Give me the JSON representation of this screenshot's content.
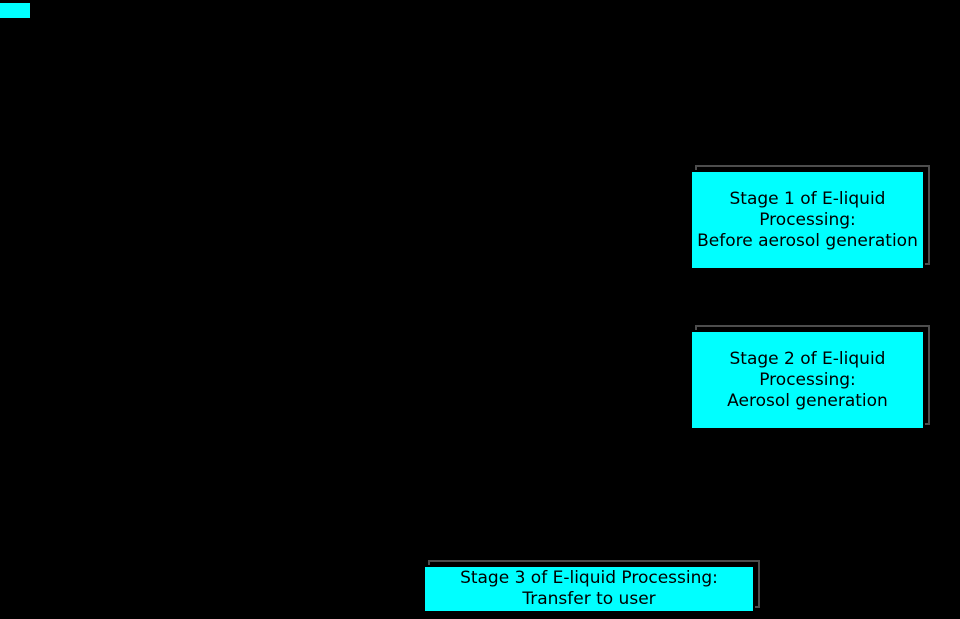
{
  "diagram": {
    "background_color": "#000000",
    "node_fill_color": "#00ffff",
    "node_border_color": "#000000",
    "shadow_border_color": "#4d4d4d",
    "text_color": "#000000",
    "nodes": [
      {
        "id": "stage-1",
        "label": "Stage 1 of E-liquid\nProcessing:\nBefore aerosol generation"
      },
      {
        "id": "stage-2",
        "label": "Stage 2 of E-liquid\nProcessing:\nAerosol generation"
      },
      {
        "id": "stage-3",
        "label": "Stage 3 of E-liquid Processing:\nTransfer to user"
      }
    ]
  }
}
